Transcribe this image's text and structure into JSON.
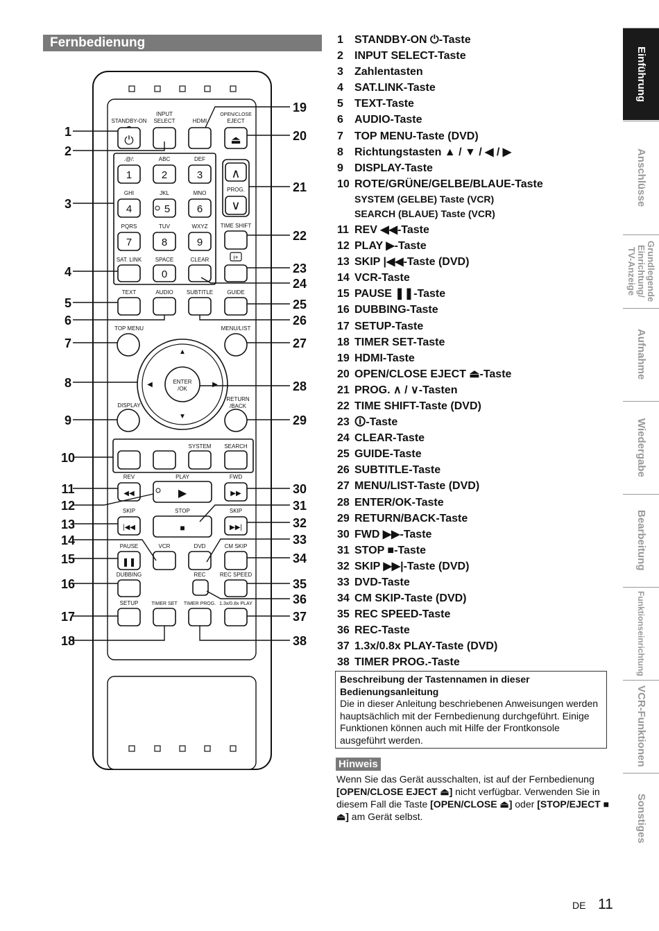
{
  "section_title": "Fernbedienung",
  "remote": {
    "button_labels": {
      "standby": "STANDBY-ON",
      "input1": "INPUT",
      "input2": "SELECT",
      "hdmi": "HDMI",
      "open1": "OPEN/CLOSE",
      "open2": "EJECT",
      "at": ".@/:",
      "abc": "ABC",
      "def": "DEF",
      "ghi": "GHI",
      "jkl": "JKL",
      "mno": "MNO",
      "pqrs": "PQRS",
      "tuv": "TUV",
      "wxyz": "WXYZ",
      "prog": "PROG.",
      "timeshift": "TIME SHIFT",
      "satlink": "SAT. LINK",
      "space": "SPACE",
      "clear": "CLEAR",
      "text": "TEXT",
      "audio": "AUDIO",
      "subtitle": "SUBTITLE",
      "guide": "GUIDE",
      "topmenu": "TOP MENU",
      "menulist": "MENU/LIST",
      "enter1": "ENTER",
      "enter2": "/OK",
      "display": "DISPLAY",
      "return1": "RETURN",
      "return2": "/BACK",
      "system": "SYSTEM",
      "search": "SEARCH",
      "rev": "REV",
      "play": "PLAY",
      "fwd": "FWD",
      "skip": "SKIP",
      "stop": "STOP",
      "pause": "PAUSE",
      "vcr": "VCR",
      "dvd": "DVD",
      "cmskip": "CM SKIP",
      "dubbing": "DUBBING",
      "rec": "REC",
      "recspeed": "REC SPEED",
      "setup": "SETUP",
      "timerset": "TIMER SET",
      "timerprog": "TIMER PROG.",
      "playspeed": "1.3x/0.8x PLAY"
    },
    "digits": [
      "1",
      "2",
      "3",
      "4",
      "5",
      "6",
      "7",
      "8",
      "9",
      "0"
    ],
    "callouts_left": [
      "1",
      "2",
      "3",
      "4",
      "5",
      "6",
      "7",
      "8",
      "9",
      "10",
      "11",
      "12",
      "13",
      "14",
      "15",
      "16",
      "17",
      "18"
    ],
    "callouts_right": [
      "19",
      "20",
      "21",
      "22",
      "23",
      "24",
      "25",
      "26",
      "27",
      "28",
      "29",
      "30",
      "31",
      "32",
      "33",
      "34",
      "35",
      "36",
      "37",
      "38"
    ]
  },
  "legend": [
    {
      "num": "1",
      "text": "STANDBY-ON ⏻-Taste"
    },
    {
      "num": "2",
      "text": "INPUT SELECT-Taste"
    },
    {
      "num": "3",
      "text": "Zahlentasten"
    },
    {
      "num": "4",
      "text": "SAT.LINK-Taste"
    },
    {
      "num": "5",
      "text": "TEXT-Taste"
    },
    {
      "num": "6",
      "text": "AUDIO-Taste"
    },
    {
      "num": "7",
      "text": "TOP MENU-Taste (DVD)"
    },
    {
      "num": "8",
      "text": "Richtungstasten ▲ / ▼ / ◀ / ▶"
    },
    {
      "num": "9",
      "text": "DISPLAY-Taste"
    },
    {
      "num": "10",
      "text": "ROTE/GRÜNE/GELBE/BLAUE-Taste"
    },
    {
      "num": "",
      "text": "SYSTEM (GELBE) Taste (VCR)"
    },
    {
      "num": "",
      "text": "SEARCH (BLAUE) Taste (VCR)"
    },
    {
      "num": "11",
      "text": "REV ◀◀-Taste"
    },
    {
      "num": "12",
      "text": "PLAY ▶-Taste"
    },
    {
      "num": "13",
      "text": "SKIP |◀◀-Taste (DVD)"
    },
    {
      "num": "14",
      "text": "VCR-Taste"
    },
    {
      "num": "15",
      "text": "PAUSE ❚❚-Taste"
    },
    {
      "num": "16",
      "text": "DUBBING-Taste"
    },
    {
      "num": "17",
      "text": "SETUP-Taste"
    },
    {
      "num": "18",
      "text": "TIMER SET-Taste"
    },
    {
      "num": "19",
      "text": "HDMI-Taste"
    },
    {
      "num": "20",
      "text": "OPEN/CLOSE EJECT ⏏-Taste"
    },
    {
      "num": "21",
      "text": "PROG. ∧ / ∨-Tasten"
    },
    {
      "num": "22",
      "text": "TIME SHIFT-Taste (DVD)"
    },
    {
      "num": "23",
      "text": "🛈-Taste"
    },
    {
      "num": "24",
      "text": "CLEAR-Taste"
    },
    {
      "num": "25",
      "text": "GUIDE-Taste"
    },
    {
      "num": "26",
      "text": "SUBTITLE-Taste"
    },
    {
      "num": "27",
      "text": "MENU/LIST-Taste (DVD)"
    },
    {
      "num": "28",
      "text": "ENTER/OK-Taste"
    },
    {
      "num": "29",
      "text": "RETURN/BACK-Taste"
    },
    {
      "num": "30",
      "text": "FWD ▶▶-Taste"
    },
    {
      "num": "31",
      "text": "STOP ■-Taste"
    },
    {
      "num": "32",
      "text": "SKIP ▶▶|-Taste (DVD)"
    },
    {
      "num": "33",
      "text": "DVD-Taste"
    },
    {
      "num": "34",
      "text": "CM SKIP-Taste (DVD)"
    },
    {
      "num": "35",
      "text": "REC SPEED-Taste"
    },
    {
      "num": "36",
      "text": "REC-Taste"
    },
    {
      "num": "37",
      "text": "1.3x/0.8x PLAY-Taste (DVD)"
    },
    {
      "num": "38",
      "text": "TIMER PROG.-Taste"
    }
  ],
  "description": {
    "title": "Beschreibung der Tastennamen in dieser Bedienungsanleitung",
    "body": "Die in dieser Anleitung beschriebenen Anweisungen werden hauptsächlich mit der Fernbedienung durchgeführt. Einige Funktionen können auch mit Hilfe der Frontkonsole ausgeführt werden."
  },
  "note": {
    "label": "Hinweis",
    "t1": "Wenn Sie das Gerät ausschalten, ist auf der Fernbedienung",
    "b1": "[OPEN/CLOSE EJECT ⏏]",
    "t2": " nicht verfügbar. Verwenden Sie in diesem Fall die Taste ",
    "b2": "[OPEN/CLOSE ⏏]",
    "t3": " oder",
    "b3": "[STOP/EJECT ■ ⏏]",
    "t4": " am Gerät selbst."
  },
  "side_tabs": [
    "Einführung",
    "Anschlüsse",
    "Grundlegende\nEinrichtung/\nTV-Anzeige",
    "Aufnahme",
    "Wiedergabe",
    "Bearbeitung",
    "Funktionseinrichtung",
    "VCR-Funktionen",
    "Sonstiges"
  ],
  "footer": {
    "lang": "DE",
    "page": "11"
  }
}
